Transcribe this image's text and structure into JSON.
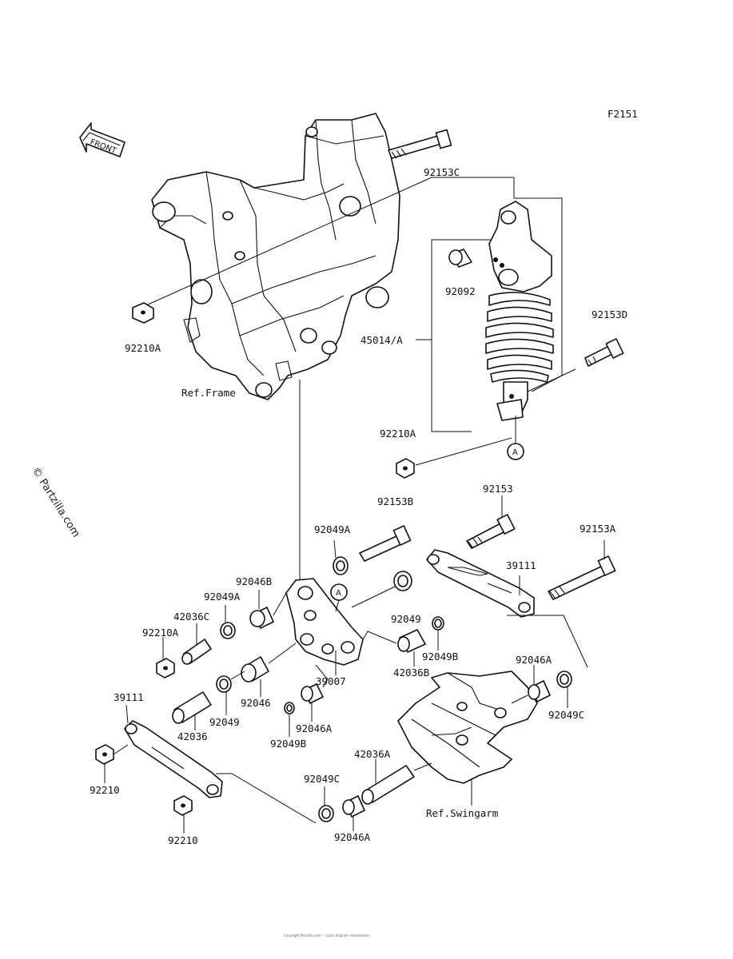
{
  "figure_code": "F2151",
  "front_label": "FRONT",
  "watermark": "© Partzilla.com",
  "callout": "A",
  "refs": {
    "frame": "Ref.Frame",
    "swingarm": "Ref.Swingarm"
  },
  "parts": {
    "p92153C": "92153C",
    "p92210A_top": "92210A",
    "p92092": "92092",
    "p45014A": "45014/A",
    "p92153D": "92153D",
    "p92210A_mid": "92210A",
    "p92153B": "92153B",
    "p92153": "92153",
    "p92153A": "92153A",
    "p92049A_top": "92049A",
    "p39111_right": "39111",
    "p92046B": "92046B",
    "p92049A_left": "92049A",
    "p42036C": "42036C",
    "p92210A_left": "92210A",
    "p92049_right": "92049",
    "p92049B_right": "92049B",
    "p42036B": "42036B",
    "p39007": "39007",
    "p92046": "92046",
    "p92046A_mid": "92046A",
    "p92049B_mid": "92049B",
    "p39111_left": "39111",
    "p92049_mid": "92049",
    "p42036": "42036",
    "p92046A_right": "92046A",
    "p92049C_right": "92049C",
    "p42036A": "42036A",
    "p92049C_bottom": "92049C",
    "p92046A_bottom": "92046A",
    "p92210_a": "92210",
    "p92210_b": "92210"
  },
  "footer": "Copyright Partzilla.com — parts diagram reproduction"
}
